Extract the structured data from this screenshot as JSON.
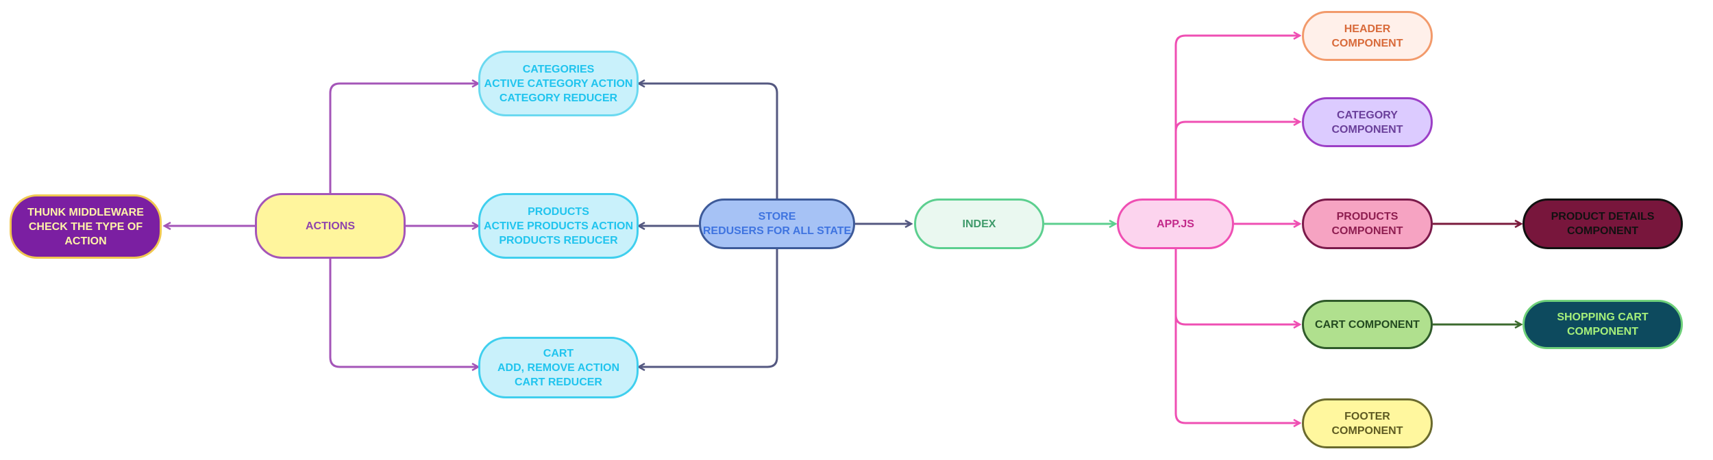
{
  "nodes": {
    "thunk": {
      "label": "THUNK MIDDLEWARE\nCHECK THE TYPE OF\nACTION",
      "fill": "#7b1fa2",
      "stroke": "#f0c850",
      "text": "#fff3a8"
    },
    "actions": {
      "label": "ACTIONS",
      "fill": "#fff59d",
      "stroke": "#a455b8",
      "text": "#8e44ad"
    },
    "categories": {
      "label": "CATEGORIES\nACTIVE CATEGORY ACTION\nCATEGORY REDUCER",
      "fill": "#c9f1fb",
      "stroke": "#6ad9f0",
      "text": "#20c4ee"
    },
    "products": {
      "label": "PRODUCTS\nACTIVE PRODUCTS ACTION\nPRODUCTS REDUCER",
      "fill": "#c9f1fb",
      "stroke": "#3fcfee",
      "text": "#20c4ee"
    },
    "cart": {
      "label": "CART\nADD, REMOVE ACTION\nCART REDUCER",
      "fill": "#c9f1fb",
      "stroke": "#3fcfee",
      "text": "#20c4ee"
    },
    "store": {
      "label": "STORE\nREDUSERS FOR ALL STATE",
      "fill": "#a6c2f5",
      "stroke": "#3d5a99",
      "text": "#3f74e0"
    },
    "index": {
      "label": "INDEX",
      "fill": "#eaf8f0",
      "stroke": "#5ccf8f",
      "text": "#3e9a6a"
    },
    "app": {
      "label": "APP.JS",
      "fill": "#fcd4ee",
      "stroke": "#ef4fb3",
      "text": "#c2298a"
    },
    "header": {
      "label": "HEADER\nCOMPONENT",
      "fill": "#fff0ea",
      "stroke": "#f29a6b",
      "text": "#d86a3a"
    },
    "category": {
      "label": "CATEGORY\nCOMPONENT",
      "fill": "#dccbff",
      "stroke": "#9c3fc6",
      "text": "#6a3f9a"
    },
    "productsComp": {
      "label": "PRODUCTS\nCOMPONENT",
      "fill": "#f6a3c2",
      "stroke": "#7a1a4a",
      "text": "#8e1e50"
    },
    "productDetails": {
      "label": "PRODUCT DETAILS\nCOMPONENT",
      "fill": "#78163c",
      "stroke": "#111111",
      "text": "#111111"
    },
    "cartComp": {
      "label": "CART COMPONENT",
      "fill": "#b0e08e",
      "stroke": "#2f5a2a",
      "text": "#234a20"
    },
    "shoppingCart": {
      "label": "SHOPPING CART\nCOMPONENT",
      "fill": "#0d4a5e",
      "stroke": "#6ed07a",
      "text": "#a6f07a"
    },
    "footer": {
      "label": "FOOTER\nCOMPONENT",
      "fill": "#fff79e",
      "stroke": "#6a6a2e",
      "text": "#5e5a22"
    }
  },
  "edge_colors": {
    "actions": "#a455b8",
    "store": "#545880",
    "index": "#5ccf8f",
    "app": "#ef4fb3",
    "productDetails": "#7a1a3c",
    "shoppingCart": "#3c6a2e"
  }
}
